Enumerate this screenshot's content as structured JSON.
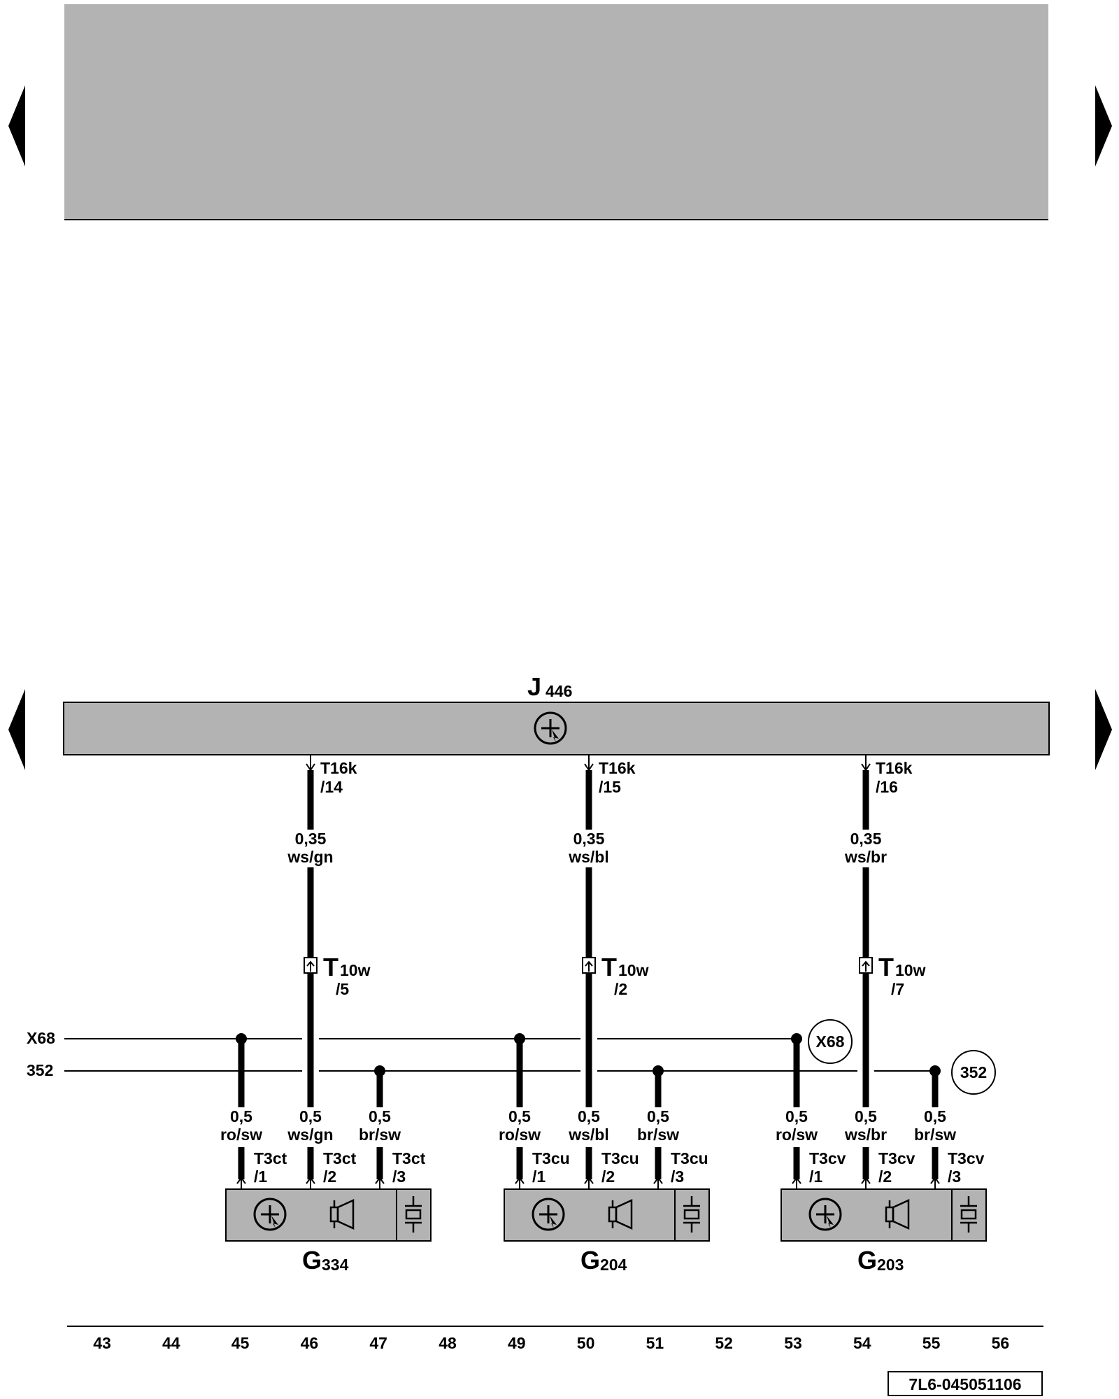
{
  "nav": {
    "prev_icon": "triangle-left-icon",
    "next_icon": "triangle-right-icon"
  },
  "control_unit": {
    "letter": "J",
    "number": "446",
    "icon": "sensor-icon"
  },
  "buses": [
    {
      "label": "X68",
      "badge": "X68"
    },
    {
      "label": "352",
      "badge": "352"
    }
  ],
  "channels": [
    {
      "top_connector": {
        "name": "T16k",
        "pin": "/14"
      },
      "upper_wire": {
        "size": "0,35",
        "color": "ws/gn"
      },
      "mid_connector": {
        "letter": "T",
        "sub": "10w",
        "pin": "/5"
      },
      "wires": [
        {
          "size": "0,5",
          "color": "ro/sw",
          "connector": "T3ct",
          "pin": "/1"
        },
        {
          "size": "0,5",
          "color": "ws/gn",
          "connector": "T3ct",
          "pin": "/2"
        },
        {
          "size": "0,5",
          "color": "br/sw",
          "connector": "T3ct",
          "pin": "/3"
        }
      ],
      "component": {
        "letter": "G",
        "number": "334"
      }
    },
    {
      "top_connector": {
        "name": "T16k",
        "pin": "/15"
      },
      "upper_wire": {
        "size": "0,35",
        "color": "ws/bl"
      },
      "mid_connector": {
        "letter": "T",
        "sub": "10w",
        "pin": "/2"
      },
      "wires": [
        {
          "size": "0,5",
          "color": "ro/sw",
          "connector": "T3cu",
          "pin": "/1"
        },
        {
          "size": "0,5",
          "color": "ws/bl",
          "connector": "T3cu",
          "pin": "/2"
        },
        {
          "size": "0,5",
          "color": "br/sw",
          "connector": "T3cu",
          "pin": "/3"
        }
      ],
      "component": {
        "letter": "G",
        "number": "204"
      }
    },
    {
      "top_connector": {
        "name": "T16k",
        "pin": "/16"
      },
      "upper_wire": {
        "size": "0,35",
        "color": "ws/br"
      },
      "mid_connector": {
        "letter": "T",
        "sub": "10w",
        "pin": "/7"
      },
      "wires": [
        {
          "size": "0,5",
          "color": "ro/sw",
          "connector": "T3cv",
          "pin": "/1"
        },
        {
          "size": "0,5",
          "color": "ws/br",
          "connector": "T3cv",
          "pin": "/2"
        },
        {
          "size": "0,5",
          "color": "br/sw",
          "connector": "T3cv",
          "pin": "/3"
        }
      ],
      "component": {
        "letter": "G",
        "number": "203"
      }
    }
  ],
  "axis_numbers": [
    "43",
    "44",
    "45",
    "46",
    "47",
    "48",
    "49",
    "50",
    "51",
    "52",
    "53",
    "54",
    "55",
    "56"
  ],
  "diagram_code": "7L6-045051106",
  "colors": {
    "panel_fill": "#b3b3b3",
    "line": "#000000",
    "background": "#ffffff"
  }
}
